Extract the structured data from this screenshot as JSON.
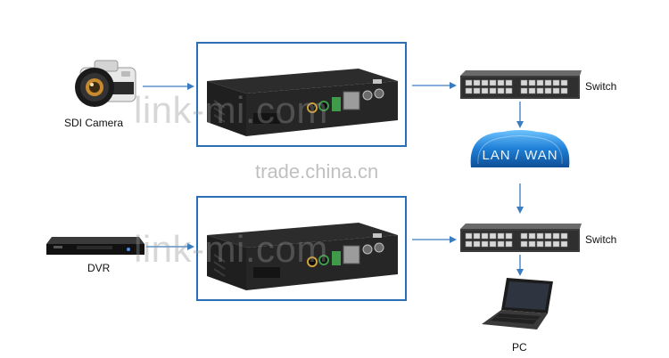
{
  "devices": {
    "camera_label": "SDI Camera",
    "dvr_label": "DVR",
    "switch_top_label": "Switch",
    "switch_bottom_label": "Switch",
    "pc_label": "PC",
    "cloud_label": "LAN / WAN"
  },
  "watermarks": {
    "top": "link-mi.com",
    "bottom": "link-mi.com",
    "middle": "trade.china.cn"
  },
  "colors": {
    "frame": "#2a6fb5",
    "arrow": "#3a7cc0",
    "cloud": "#1f7fd6"
  }
}
